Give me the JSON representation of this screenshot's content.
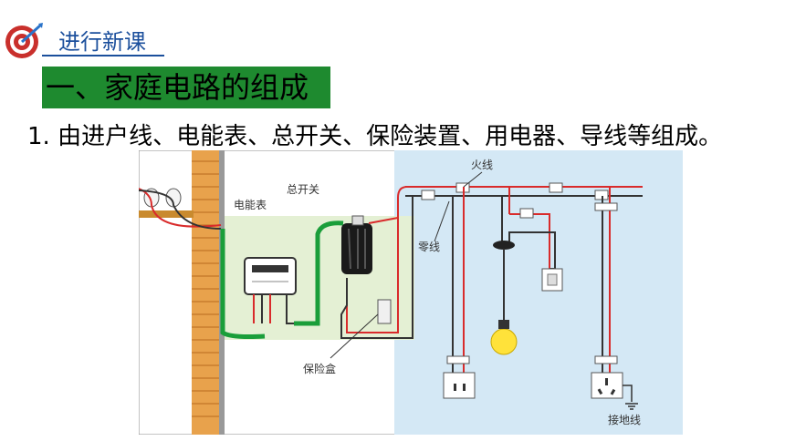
{
  "header": {
    "title": "进行新课"
  },
  "section": {
    "title": "一、家庭电路的组成"
  },
  "point": {
    "text": "1. 由进户线、电能表、总开关、保险装置、用电器、导线等组成。"
  },
  "diagram": {
    "labels": {
      "meter": "电能表",
      "main_switch": "总开关",
      "live_wire": "火线",
      "neutral_wire": "零线",
      "fuse_box": "保险盒",
      "ground_wire": "接地线"
    }
  },
  "colors": {
    "banner": "#1e8a2f",
    "title_blue": "#1b4f9c",
    "panel_blue": "#d4e8f5",
    "panel_green": "#e4f0d4"
  }
}
